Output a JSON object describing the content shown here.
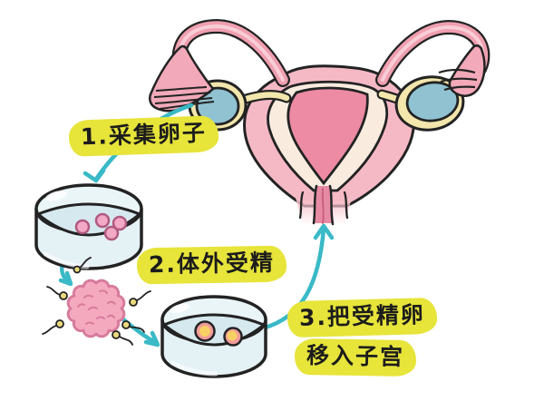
{
  "page": {
    "background": "#ffffff",
    "kind": "hand-drawn IVF process diagram"
  },
  "steps": [
    {
      "number": "1",
      "label": "1.采集卵子"
    },
    {
      "number": "2",
      "label": "2.体外受精"
    },
    {
      "number": "3",
      "label_line1": "3.把受精卵",
      "label_line2": "移入子宫"
    }
  ],
  "illustration": {
    "uterus": {
      "name": "uterus-with-fallopian-tubes-and-ovaries"
    },
    "dish1": {
      "name": "petri-dish-with-collected-eggs",
      "egg_count": 4
    },
    "fertilization": {
      "name": "egg-cell-with-sperm",
      "sperm_count": 6
    },
    "dish2": {
      "name": "petri-dish-with-fertilized-eggs",
      "egg_count": 2
    },
    "arrow_count": 4
  },
  "colors": {
    "highlight_yellow": "#e7e43a",
    "arrow_cyan": "#3ab9c6",
    "uterus_outer_pink": "#f5b9c5",
    "uterus_lining_cream": "#f9ecdf",
    "uterus_cavity_pink": "#ec8ba3",
    "tube_pink": "#ef9fb0",
    "ovary_blue": "#90c2d1",
    "ovary_capsule_cream": "#f3e6ac",
    "egg_pink": "#f3a8c5",
    "fertilized_egg_ring": "#f19b9b",
    "fertilized_egg_yellow": "#f7d164",
    "cell_pink": "#f4a9bf",
    "sperm_yellow": "#ead97e",
    "outline_black": "#232323",
    "text_black": "#1c1c1c"
  }
}
